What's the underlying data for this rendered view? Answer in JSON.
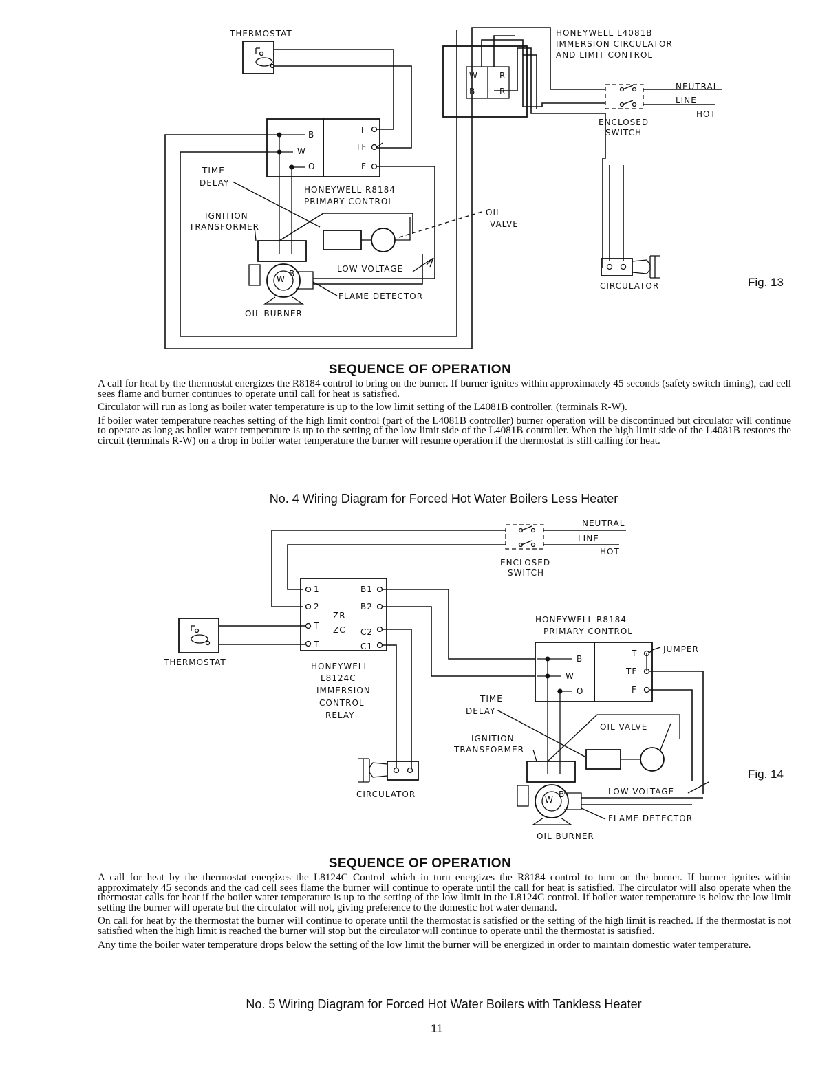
{
  "fig13": {
    "labels": {
      "thermostat": "THERMOSTAT",
      "l4081b_1": "HONEYWELL L4081B",
      "l4081b_2": "IMMERSION CIRCULATOR",
      "l4081b_3": "AND LIMIT CONTROL",
      "neutral": "NEUTRAL",
      "line": "LINE",
      "hot": "HOT",
      "enclosed": "ENCLOSED",
      "switch": "SWITCH",
      "t_w": "W",
      "t_r1": "R",
      "t_b": "B",
      "t_r2": "R",
      "b": "B",
      "w": "W",
      "o": "O",
      "t": "T",
      "tf": "TF",
      "f": "F",
      "time": "TIME",
      "delay": "DELAY",
      "r8184_1": "HONEYWELL R8184",
      "r8184_2": "PRIMARY CONTROL",
      "ignition": "IGNITION",
      "transformer": "TRANSFORMER",
      "oil": "OIL",
      "valve": "VALVE",
      "low_voltage": "LOW VOLTAGE",
      "flame_detector": "FLAME DETECTOR",
      "oil_burner": "OIL BURNER",
      "circulator": "CIRCULATOR",
      "burner_w": "W",
      "burner_b": "B"
    },
    "fig_label": "Fig. 13"
  },
  "sequence1": {
    "heading": "SEQUENCE OF OPERATION",
    "paragraphs": [
      "A call for heat by the thermostat energizes the R8184 control to bring on the burner. If burner ignites within approximately 45 seconds (safety switch timing), cad cell sees flame and burner continues to operate until call for heat is satisfied.",
      "Circulator will run as long as boiler water temperature is up to the low limit setting of the L4081B controller. (terminals R-W).",
      "If boiler water temperature reaches setting of the high limit control (part of the L4081B controller) burner operation will be discontinued but circulator will continue to operate as long as boiler water temperature is up to the setting of the low limit side of the L4081B controller. When the high limit side of the L4081B restores the circuit (terminals R-W) on a drop in boiler water temperature the burner will resume operation if the thermostat is still calling for heat."
    ],
    "caption": "No. 4 Wiring Diagram for Forced Hot Water Boilers Less Heater"
  },
  "fig14": {
    "labels": {
      "neutral": "NEUTRAL",
      "line": "LINE",
      "hot": "HOT",
      "enclosed": "ENCLOSED",
      "switch": "SWITCH",
      "thermostat": "THERMOSTAT",
      "t1": "1",
      "t2": "2",
      "t3": "T",
      "t4": "T",
      "b1": "B1",
      "b2": "B2",
      "zr": "ZR",
      "zc": "ZC",
      "c2": "C2",
      "c1": "C1",
      "l8124c_1": "HONEYWELL",
      "l8124c_2": "L8124C",
      "l8124c_3": "IMMERSION",
      "l8124c_4": "CONTROL",
      "l8124c_5": "RELAY",
      "circulator": "CIRCULATOR",
      "r8184_1": "HONEYWELL R8184",
      "r8184_2": "PRIMARY CONTROL",
      "jumper": "JUMPER",
      "b": "B",
      "w": "W",
      "o": "O",
      "t": "T",
      "tf": "TF",
      "f": "F",
      "time": "TIME",
      "delay": "DELAY",
      "oil_valve": "OIL VALVE",
      "ignition": "IGNITION",
      "transformer": "TRANSFORMER",
      "low_voltage": "LOW VOLTAGE",
      "flame_detector": "FLAME DETECTOR",
      "oil_burner": "OIL BURNER",
      "burner_w": "W",
      "burner_b": "B"
    },
    "fig_label": "Fig. 14"
  },
  "sequence2": {
    "heading": "SEQUENCE OF OPERATION",
    "paragraphs": [
      "A call for heat by the thermostat energizes the L8124C Control which in turn energizes the R8184 control to turn on the burner. If burner ignites within approximately 45 seconds and the cad cell sees flame the burner will continue to operate until the call for heat is satisfied. The circulator will also operate when the thermostat calls for heat if the boiler water temperature is up to the setting of the low limit in the L8124C control. If boiler water temperature is below the low limit setting the burner will operate but the circulator will not, giving preference to the domestic hot water demand.",
      "On call for heat by the thermostat the burner will continue to operate until the thermostat is satisfied or the setting of the high limit is reached. If the thermostat is not satisfied when the high limit is reached the burner will stop but the circulator will continue to operate until the thermostat is satisfied.",
      "Any time the boiler water temperature drops below the setting of the low limit the burner will be energized in order to maintain domestic water temperature."
    ],
    "caption": "No. 5 Wiring Diagram for Forced Hot Water Boilers with Tankless Heater"
  },
  "page_number": "11"
}
